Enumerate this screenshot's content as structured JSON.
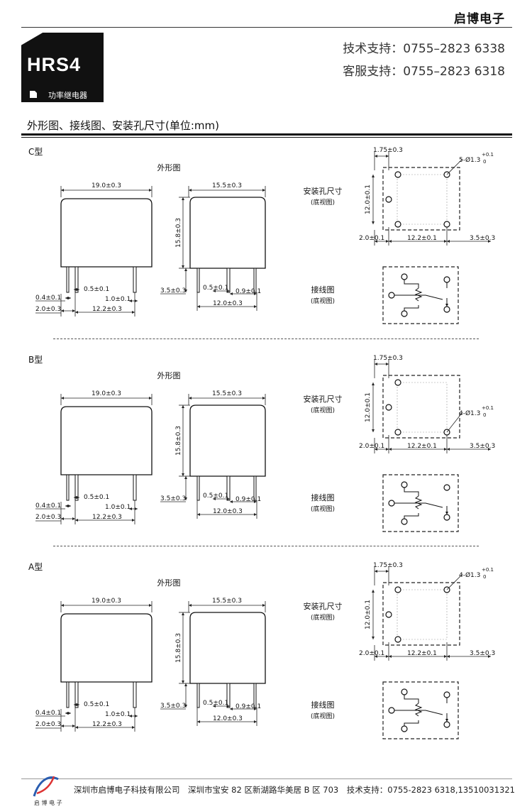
{
  "header": {
    "brand": "启博电子",
    "product_code": "HRS4",
    "product_category": "功率继电器",
    "tech_support": "技术支持：0755–2823 6338",
    "customer_service": "客服支持：0755–2823 6318"
  },
  "section_title": "外形图、接线图、安装孔尺寸(单位:mm)",
  "labels": {
    "outline": "外形图",
    "mount_holes": "安装孔尺寸",
    "bottom_view": "(底视图)",
    "wiring": "接线图"
  },
  "dimensions": {
    "width": "19.0±0.3",
    "depth": "15.5±0.3",
    "height": "15.8±0.3",
    "pin_small": "0.4±0.1",
    "pin_offset": "2.0±0.3",
    "pin_gap": "0.5±0.1",
    "pin_width": "1.0±0.1",
    "pin_span": "12.2±0.3",
    "pin_length": "3.5±0.3",
    "pin_thick": "0.9±0.1",
    "pin_row": "12.0±0.3",
    "hole_top": "1.75±0.3",
    "hole_vertical": "12.0±0.1",
    "hole_left": "2.0±0.1",
    "hole_span": "12.2±0.1",
    "hole_right": "3.5±0.3",
    "tol_upper": "+0.1",
    "tol_lower": "0"
  },
  "variants": [
    {
      "label": "C型",
      "hole_note": "5-Ø1.3"
    },
    {
      "label": "B型",
      "hole_note": "4-Ø1.3"
    },
    {
      "label": "A型",
      "hole_note": "4-Ø1.3"
    }
  ],
  "footer": {
    "text": "深圳市启博电子科技有限公司　深圳市宝安 82 区新湖路华美居 B 区 703　技术支持：0755-2823 6318,13510031321",
    "logo_caption": "启 博 电 子"
  }
}
